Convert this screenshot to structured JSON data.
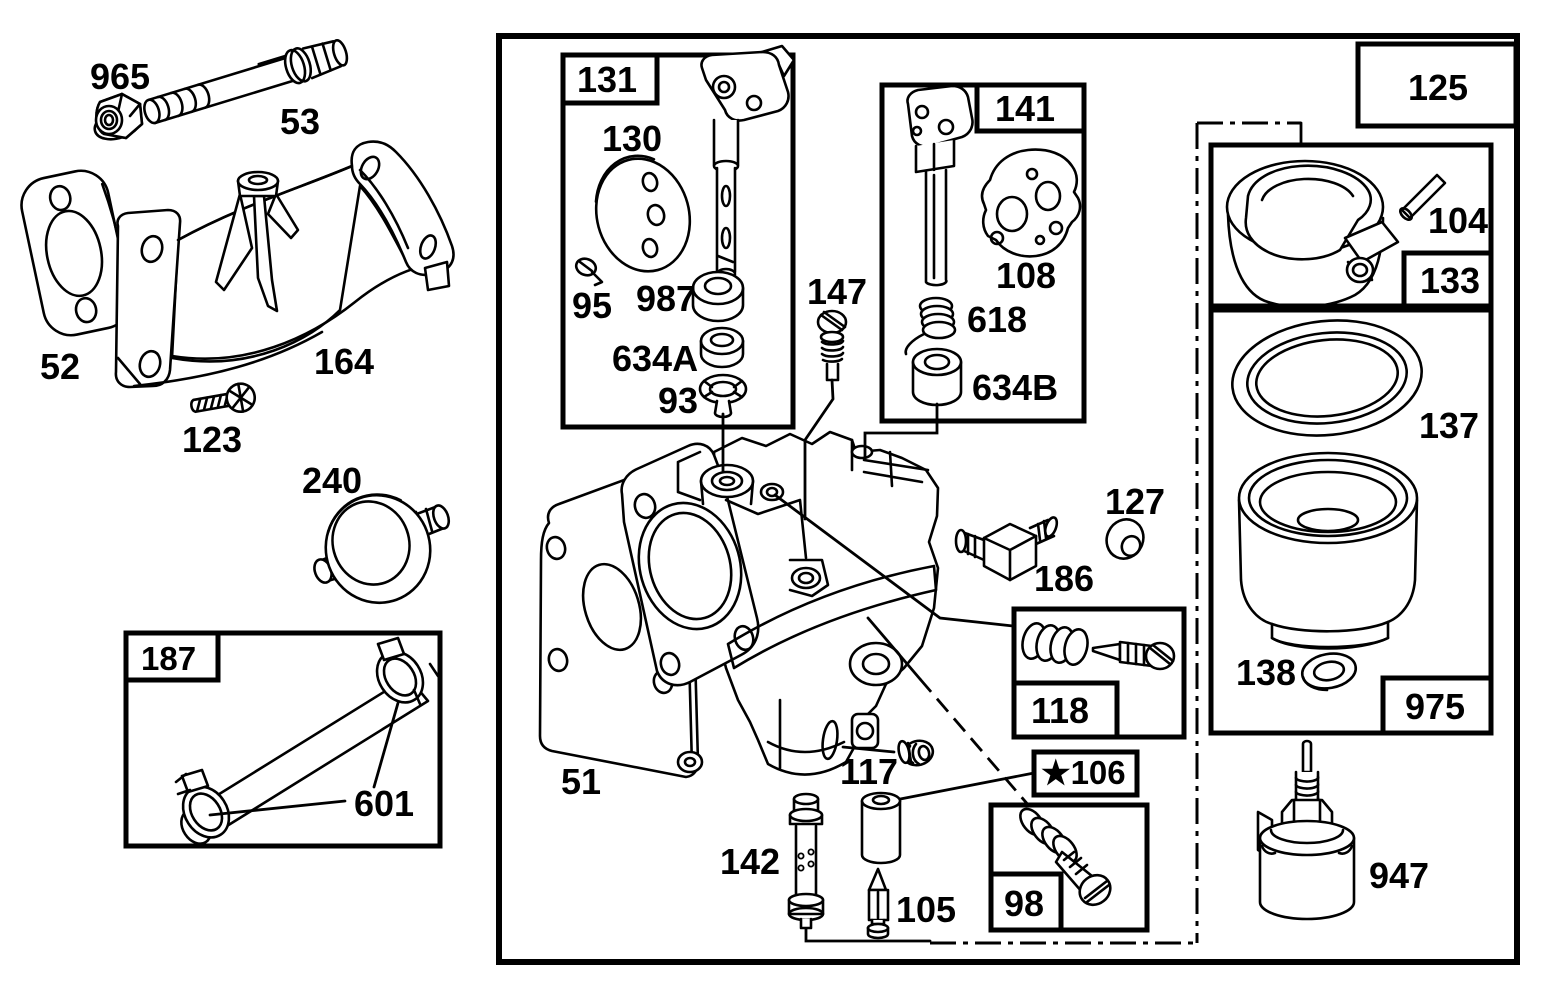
{
  "diagram": {
    "colors": {
      "ink": "#000000",
      "paper": "#ffffff"
    },
    "callouts": {
      "c965": "965",
      "c53": "53",
      "c52": "52",
      "c164": "164",
      "c123": "123",
      "c240": "240",
      "c187": "187",
      "c601": "601",
      "c131": "131",
      "c130": "130",
      "c95": "95",
      "c987": "987",
      "c634a": "634A",
      "c93": "93",
      "c147": "147",
      "c141": "141",
      "c108": "108",
      "c618": "618",
      "c634b": "634B",
      "c125": "125",
      "c104": "104",
      "c133": "133",
      "c137": "137",
      "c138": "138",
      "c975": "975",
      "c127": "127",
      "c186": "186",
      "c118": "118",
      "c106": "★106",
      "c117": "117",
      "c51": "51",
      "c142": "142",
      "c105": "105",
      "c98": "98",
      "c947": "947"
    }
  }
}
